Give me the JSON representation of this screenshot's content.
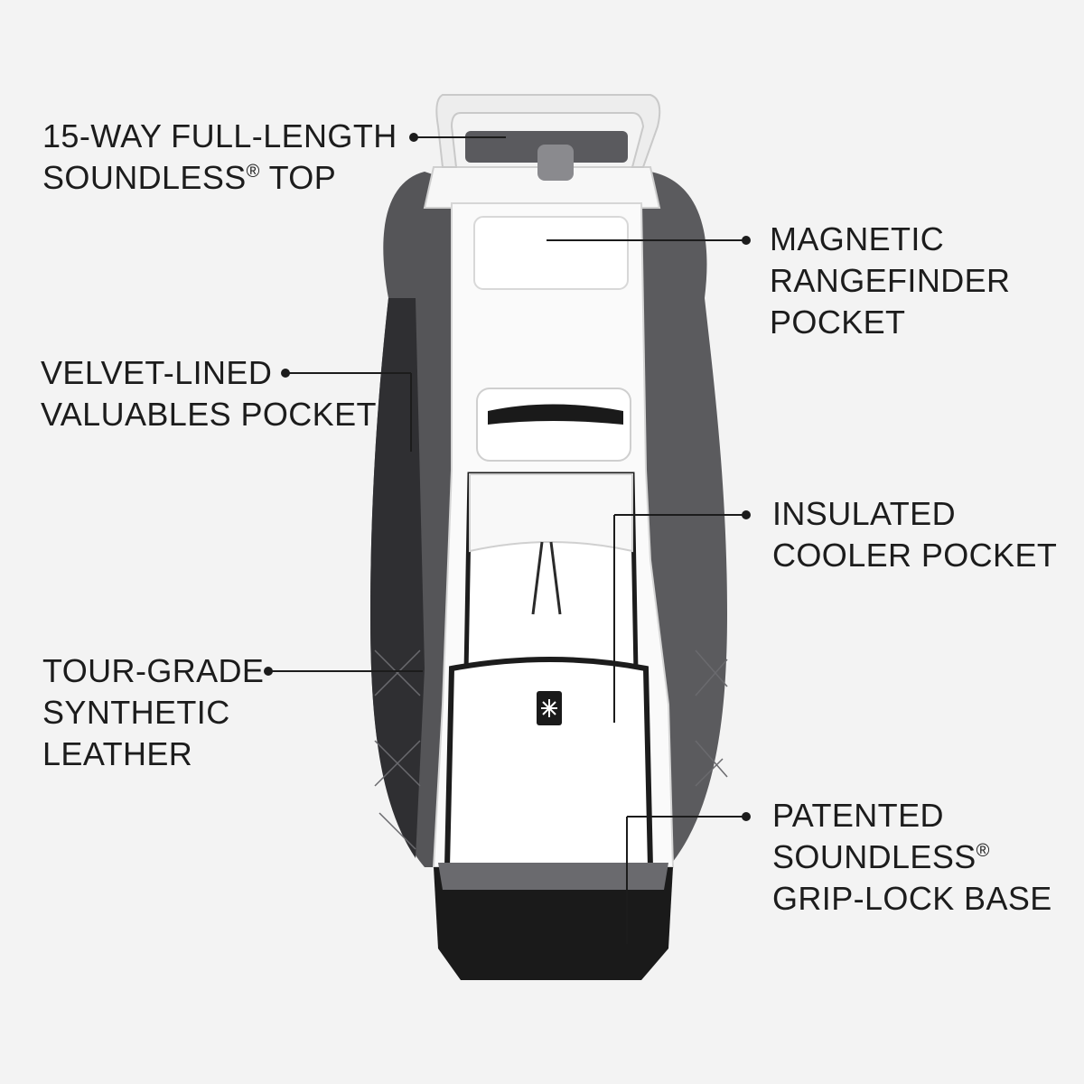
{
  "callouts": {
    "top": {
      "line1": "15-WAY FULL-LENGTH",
      "line2_main": "SOUNDLESS",
      "line2_mark": "®",
      "line2_tail": " TOP"
    },
    "rangefinder": {
      "line1": "MAGNETIC",
      "line2": "RANGEFINDER",
      "line3": "POCKET"
    },
    "valuables": {
      "line1": "VELVET-LINED",
      "line2": "VALUABLES POCKET"
    },
    "cooler": {
      "line1": "INSULATED",
      "line2": "COOLER POCKET"
    },
    "leather": {
      "line1": "TOUR-GRADE",
      "line2": "SYNTHETIC",
      "line3": "LEATHER"
    },
    "base": {
      "line1": "PATENTED",
      "line2_main": "SOUNDLESS",
      "line2_mark": "®",
      "line3": "GRIP-LOCK BASE"
    }
  },
  "colors": {
    "background": "#f3f3f3",
    "text": "#1c1c1c",
    "bag_white": "#fafafa",
    "bag_gray": "#555558",
    "bag_dark": "#2a2a2c",
    "base_black": "#1a1a1a"
  },
  "icons": {
    "bag": "golf-cart-bag",
    "snowflake": "snowflake-icon"
  }
}
